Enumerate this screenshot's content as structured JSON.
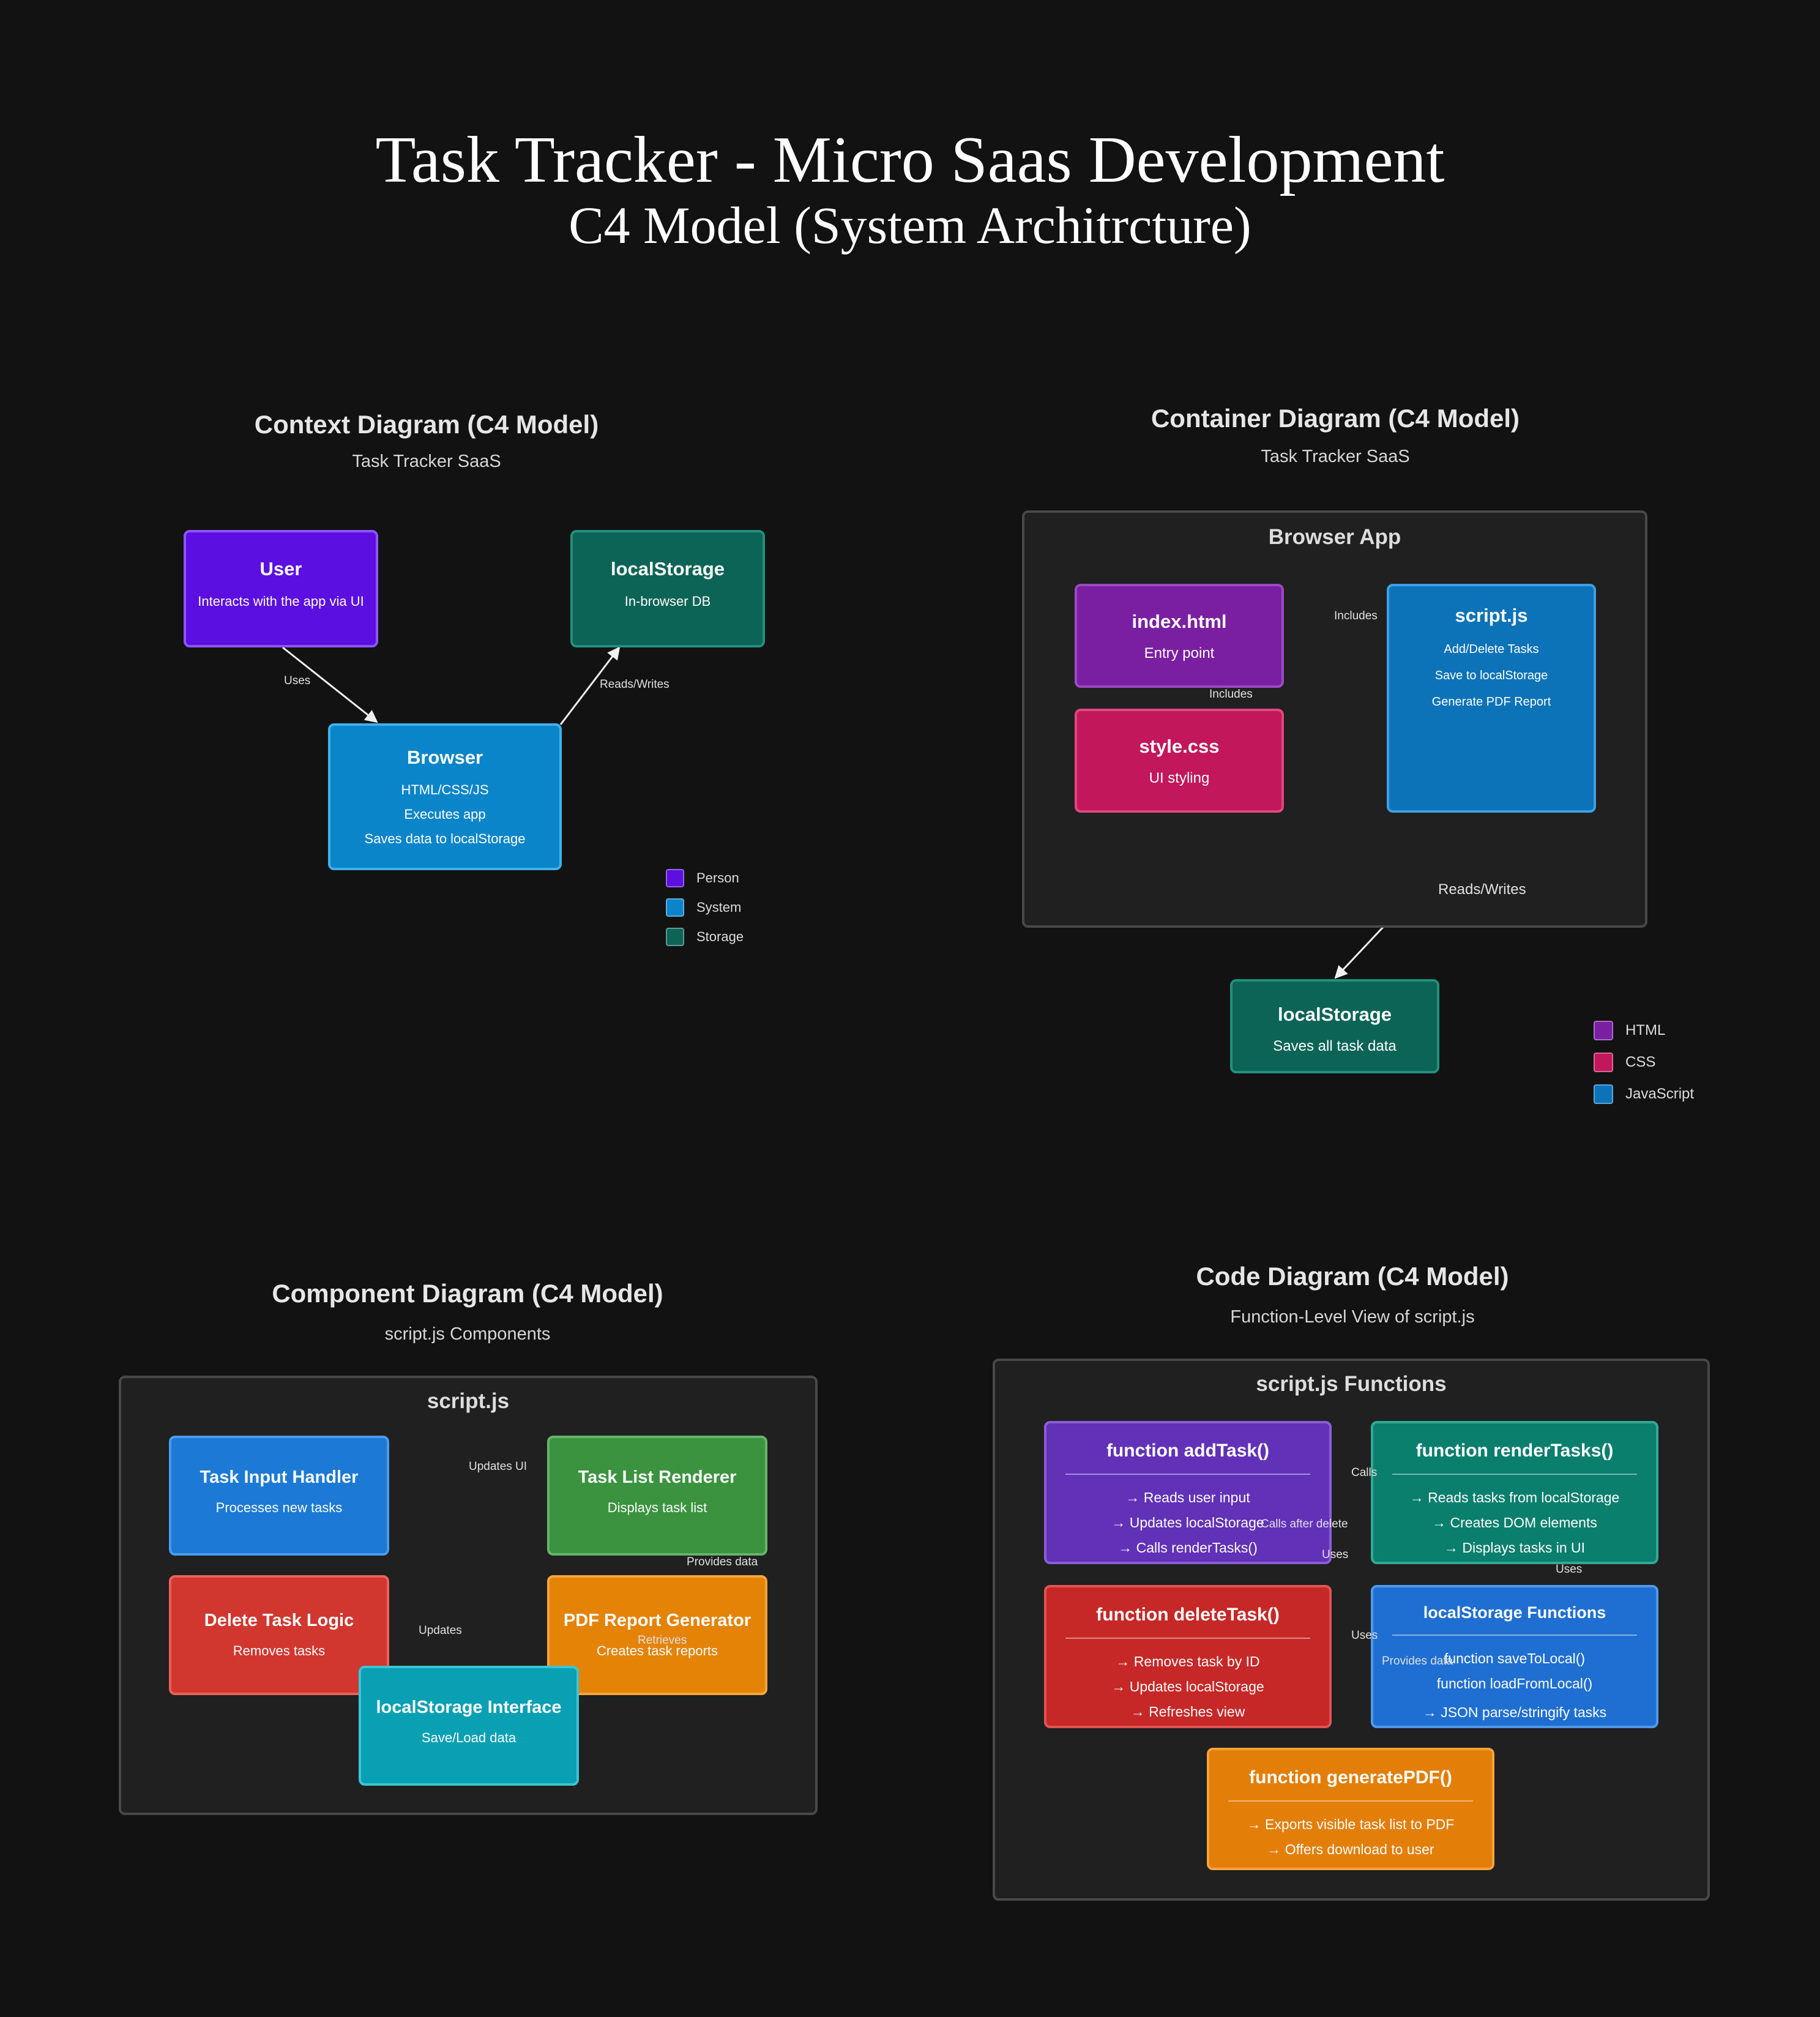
{
  "header": {
    "title": "Task Tracker - Micro Saas Development",
    "subtitle": "C4 Model (System Architrcture)"
  },
  "colors": {
    "background": "#121212",
    "person": "#5b0fe0",
    "system": "#0a85c9",
    "storage": "#0b6456",
    "html": "#7a1fa2",
    "css": "#c2185b",
    "javascript": "#0c73b8"
  },
  "context": {
    "title": "Context Diagram (C4 Model)",
    "subtitle": "Task Tracker SaaS",
    "user": {
      "title": "User",
      "desc": "Interacts with the app via UI"
    },
    "storage": {
      "title": "localStorage",
      "desc": "In-browser DB"
    },
    "browser": {
      "title": "Browser",
      "lines": [
        "HTML/CSS/JS",
        "Executes app",
        "Saves data to localStorage"
      ]
    },
    "edges": {
      "uses": "Uses",
      "reads_writes": "Reads/Writes"
    },
    "legend": [
      "Person",
      "System",
      "Storage"
    ]
  },
  "container": {
    "title": "Container Diagram (C4 Model)",
    "subtitle": "Task Tracker SaaS",
    "frame_title": "Browser App",
    "index": {
      "title": "index.html",
      "desc": "Entry point"
    },
    "style": {
      "title": "style.css",
      "desc": "UI styling"
    },
    "script": {
      "title": "script.js",
      "lines": [
        "Add/Delete Tasks",
        "Save to localStorage",
        "Generate PDF Report"
      ]
    },
    "storage": {
      "title": "localStorage",
      "desc": "Saves all task data"
    },
    "edges": {
      "includes_right": "Includes",
      "includes_down": "Includes",
      "reads_writes": "Reads/Writes"
    },
    "legend": [
      "HTML",
      "CSS",
      "JavaScript"
    ]
  },
  "component": {
    "title": "Component Diagram (C4 Model)",
    "subtitle": "script.js Components",
    "frame_title": "script.js",
    "input": {
      "title": "Task Input Handler",
      "desc": "Processes new tasks"
    },
    "renderer": {
      "title": "Task List Renderer",
      "desc": "Displays task list"
    },
    "delete": {
      "title": "Delete Task Logic",
      "desc": "Removes tasks"
    },
    "pdf": {
      "title": "PDF Report Generator",
      "desc": "Creates task reports"
    },
    "storage": {
      "title": "localStorage Interface",
      "desc": "Save/Load data"
    },
    "edges": {
      "updates_ui": "Updates UI",
      "updates": "Updates",
      "provides_data": "Provides data",
      "retrieves": "Retrieves"
    }
  },
  "code": {
    "title": "Code Diagram (C4 Model)",
    "subtitle": "Function-Level View of script.js",
    "frame_title": "script.js Functions",
    "add": {
      "title": "function addTask()",
      "lines": [
        "→ Reads user input",
        "→ Updates localStorage",
        "→ Calls renderTasks()"
      ]
    },
    "render": {
      "title": "function renderTasks()",
      "lines": [
        "→ Reads tasks from localStorage",
        "→ Creates DOM elements",
        "→ Displays tasks in UI"
      ]
    },
    "delete": {
      "title": "function deleteTask()",
      "lines": [
        "→ Removes task by ID",
        "→ Updates localStorage",
        "→ Refreshes view"
      ]
    },
    "storage": {
      "title": "localStorage Functions",
      "lines": [
        "function saveToLocal()",
        "function loadFromLocal()",
        "→ JSON parse/stringify tasks"
      ]
    },
    "pdf": {
      "title": "function generatePDF()",
      "lines": [
        "→ Exports visible task list to PDF",
        "→ Offers download to user"
      ]
    },
    "edges": {
      "calls": "Calls",
      "calls_after_delete": "Calls after delete",
      "uses_a": "Uses",
      "uses_b": "Uses",
      "uses_c": "Uses",
      "provides_data": "Provides data"
    }
  }
}
